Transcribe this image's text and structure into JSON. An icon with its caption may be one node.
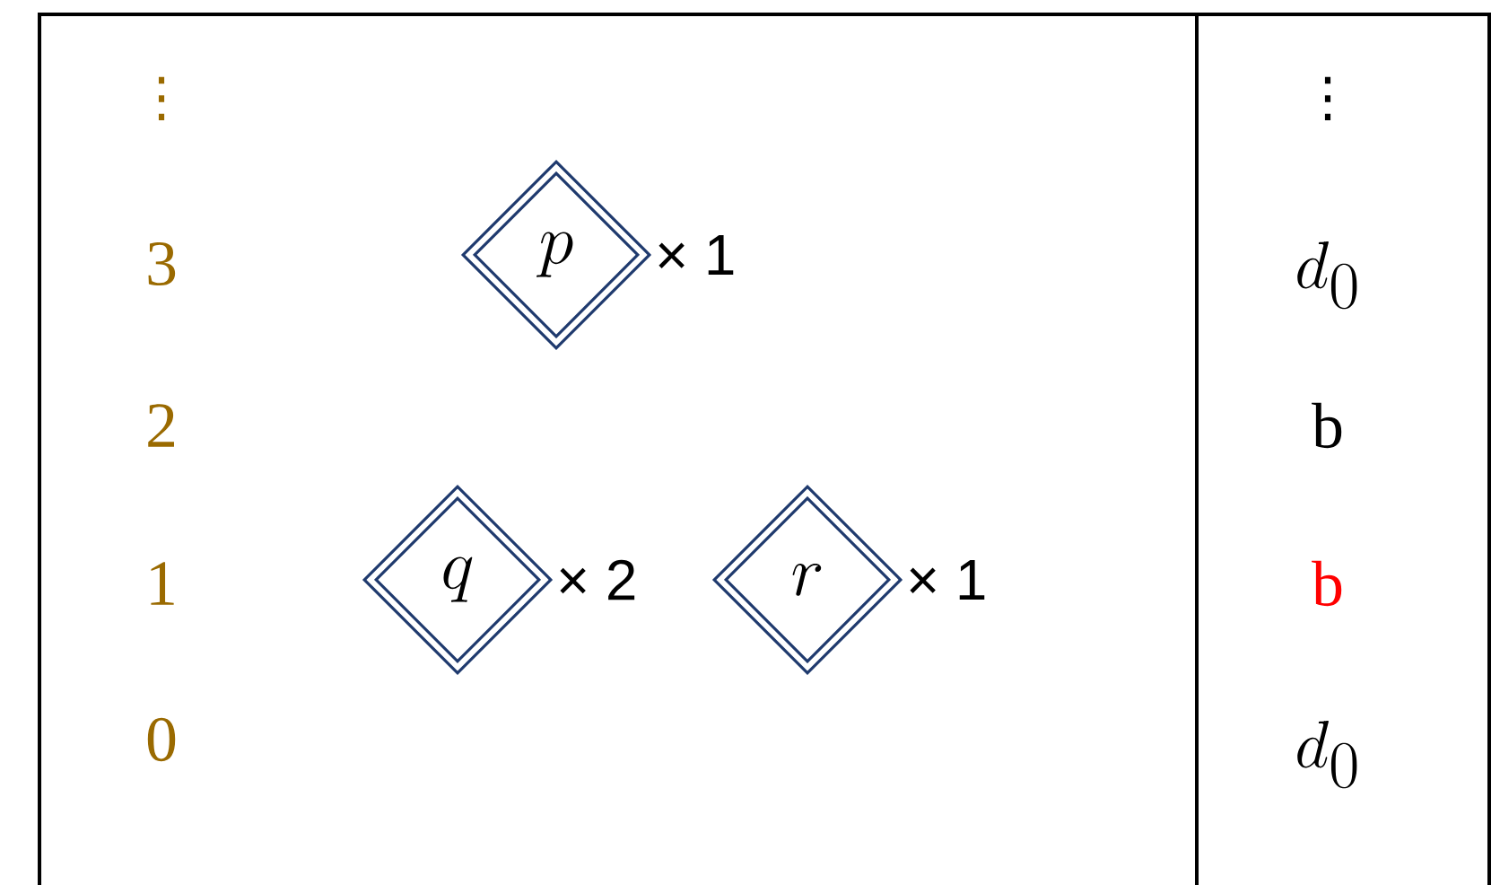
{
  "diagram": {
    "nodes": [
      {
        "text": [
          "p"
        ],
        "beside": [
          "× 1"
        ]
      },
      {
        "text": [
          "q"
        ],
        "beside": [
          "× 2"
        ]
      },
      {
        "text": [
          "r"
        ],
        "beside": [
          "× 1"
        ]
      }
    ],
    "labels": [
      "⋮",
      "3",
      "2",
      "1",
      "0",
      "⋮",
      "d_0",
      "b",
      "b",
      "d_0"
    ]
  }
}
